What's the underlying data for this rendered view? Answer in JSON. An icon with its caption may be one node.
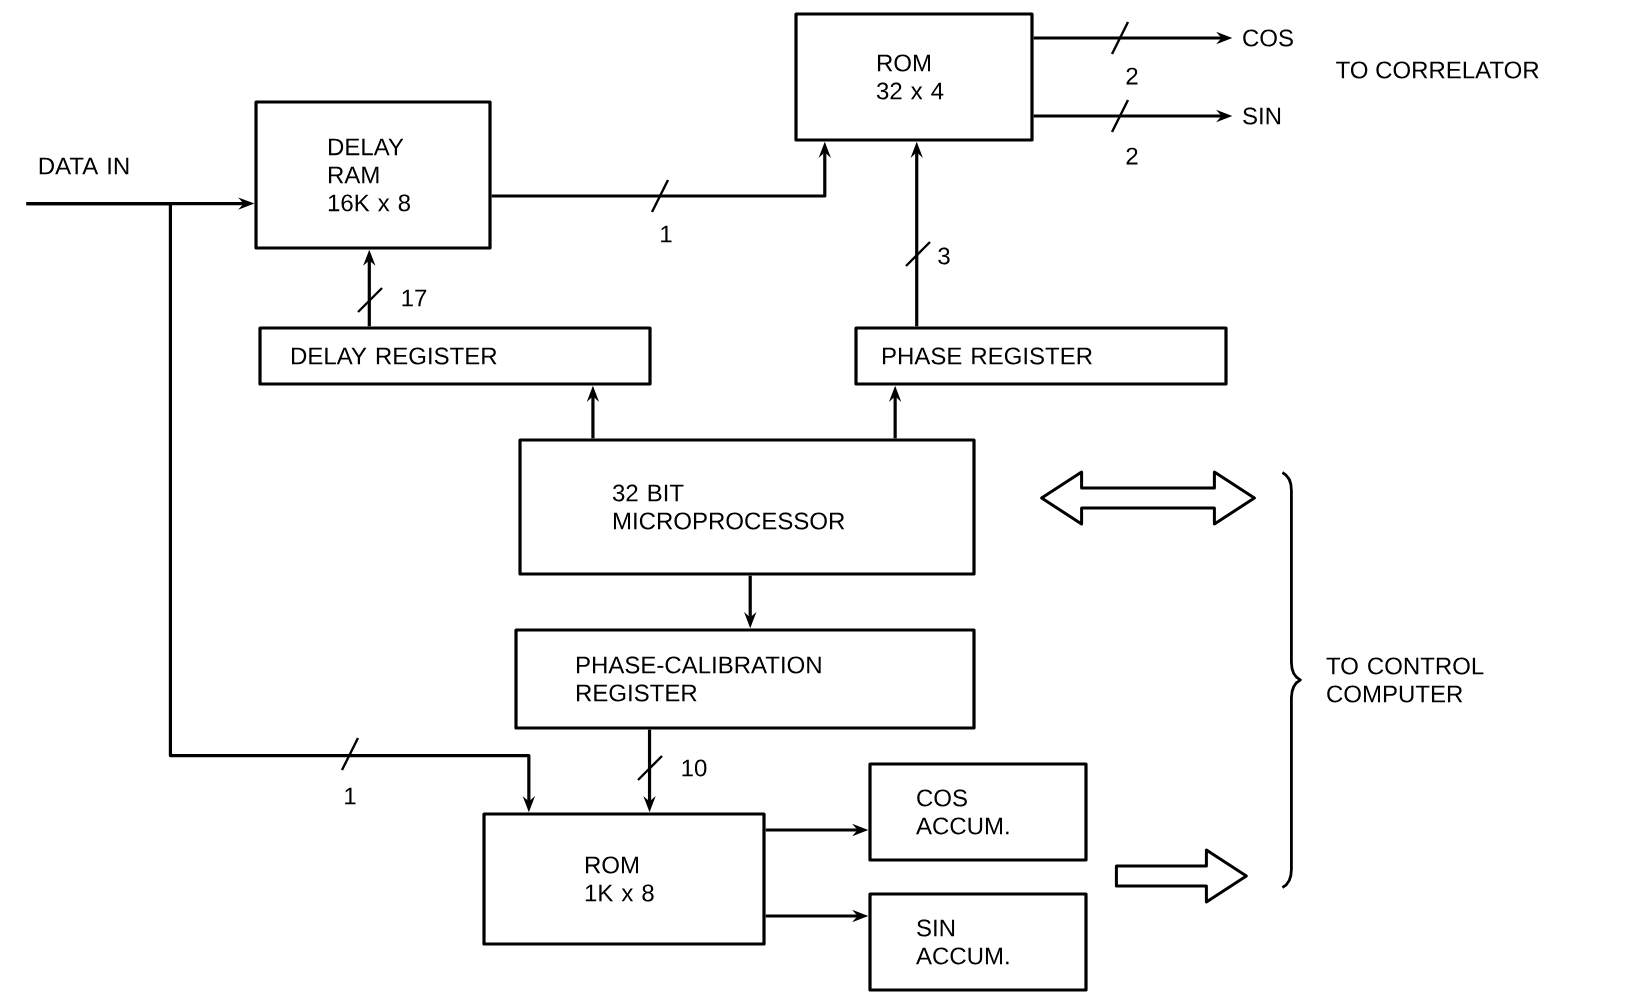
{
  "diagram": {
    "nodes": [
      {
        "text": [
          "DATA IN"
        ]
      },
      {
        "text": [
          "DELAY RAM 16K x 8"
        ]
      },
      {
        "text": [
          "ROM 32 x 4"
        ]
      },
      {
        "text": [
          "COS"
        ]
      },
      {
        "text": [
          "SIN"
        ]
      },
      {
        "text": [
          "DELAY REGISTER"
        ]
      },
      {
        "text": [
          "PHASE REGISTER"
        ]
      },
      {
        "text": [
          "32 BIT MICROPROCESSOR"
        ]
      },
      {
        "text": [
          "PHASE-CALIBRATION REGISTER"
        ]
      },
      {
        "text": [
          "ROM 1K x 8"
        ]
      },
      {
        "text": [
          "COS ACCUM."
        ]
      },
      {
        "text": [
          "SIN ACCUM."
        ]
      },
      {
        "text": [
          "TO CONTROL COMPUTER"
        ]
      }
    ],
    "edges": [
      {
        "from": 0,
        "to": 1,
        "arrow": "to"
      },
      {
        "from": 0,
        "to": 9,
        "arrow": "to",
        "label": "1"
      },
      {
        "from": 1,
        "to": 2,
        "arrow": "to",
        "label": "1"
      },
      {
        "from": 2,
        "to": 3,
        "arrow": "to",
        "label": "2"
      },
      {
        "from": 2,
        "to": 4,
        "arrow": "to",
        "label": "2"
      },
      {
        "from": 5,
        "to": 1,
        "arrow": "to",
        "label": "17"
      },
      {
        "from": 6,
        "to": 2,
        "arrow": "to",
        "label": "3"
      },
      {
        "from": 7,
        "to": 5,
        "arrow": "to"
      },
      {
        "from": 7,
        "to": 6,
        "arrow": "to"
      },
      {
        "from": 7,
        "to": 8,
        "arrow": "to"
      },
      {
        "from": 8,
        "to": 9,
        "arrow": "to",
        "label": "10"
      },
      {
        "from": 9,
        "to": 10,
        "arrow": "to"
      },
      {
        "from": 9,
        "to": 11,
        "arrow": "to"
      },
      {
        "from": 7,
        "to": 12,
        "arrow": "both",
        "style": "thick"
      },
      {
        "from": null,
        "to": 12,
        "arrow": "to",
        "style": "thick"
      }
    ],
    "labels": [
      "TO CORRELATOR"
    ]
  }
}
